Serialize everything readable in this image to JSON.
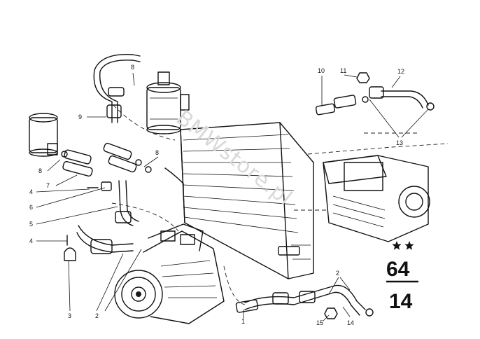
{
  "watermark": "BMWstore.pl",
  "group_number": {
    "main": "64",
    "sub": "14",
    "stars": 2
  },
  "callouts": [
    "1",
    "2",
    "2",
    "3",
    "4",
    "4",
    "5",
    "6",
    "7",
    "8",
    "8",
    "8",
    "9",
    "10",
    "11",
    "12",
    "13",
    "14",
    "15"
  ],
  "colors": {
    "ink": "#111111",
    "watermark": "#d9d9d9",
    "background": "#ffffff"
  }
}
